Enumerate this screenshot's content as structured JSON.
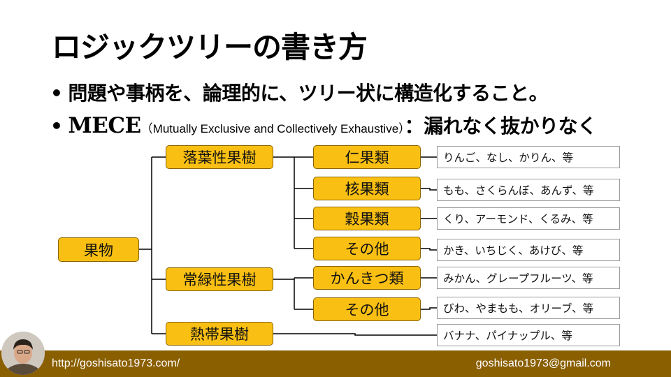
{
  "title": "ロジックツリーの書き方",
  "bullets": {
    "bullet_char": "•",
    "line1": "問題や事柄を、論理的に、ツリー状に構造化すること。",
    "line2_term": "MECE",
    "line2_paren": "（Mutually Exclusive and Collectively Exhaustive）",
    "line2_tail": "：漏れなく抜かりなく"
  },
  "tree": {
    "root": "果物",
    "level1": [
      "落葉性果樹",
      "常緑性果樹",
      "熱帯果樹"
    ],
    "level2": [
      "仁果類",
      "核果類",
      "穀果類",
      "その他",
      "かんきつ類",
      "その他"
    ],
    "leaves": [
      "りんご、なし、かりん、等",
      "もも、さくらんぼ、あんず、等",
      "くり、アーモンド、くるみ、等",
      "かき、いちじく、あけび、等",
      "みかん、グレープフルーツ、等",
      "びわ、やまもも、オリーブ、等",
      "バナナ、パイナップル、等"
    ]
  },
  "footer": {
    "url": "http://goshisato1973.com/",
    "email": "goshisato1973@gmail.com"
  },
  "colors": {
    "node_fill": "#f9bf12",
    "node_border": "#8a6400",
    "footer_bg": "#8a5f00"
  }
}
